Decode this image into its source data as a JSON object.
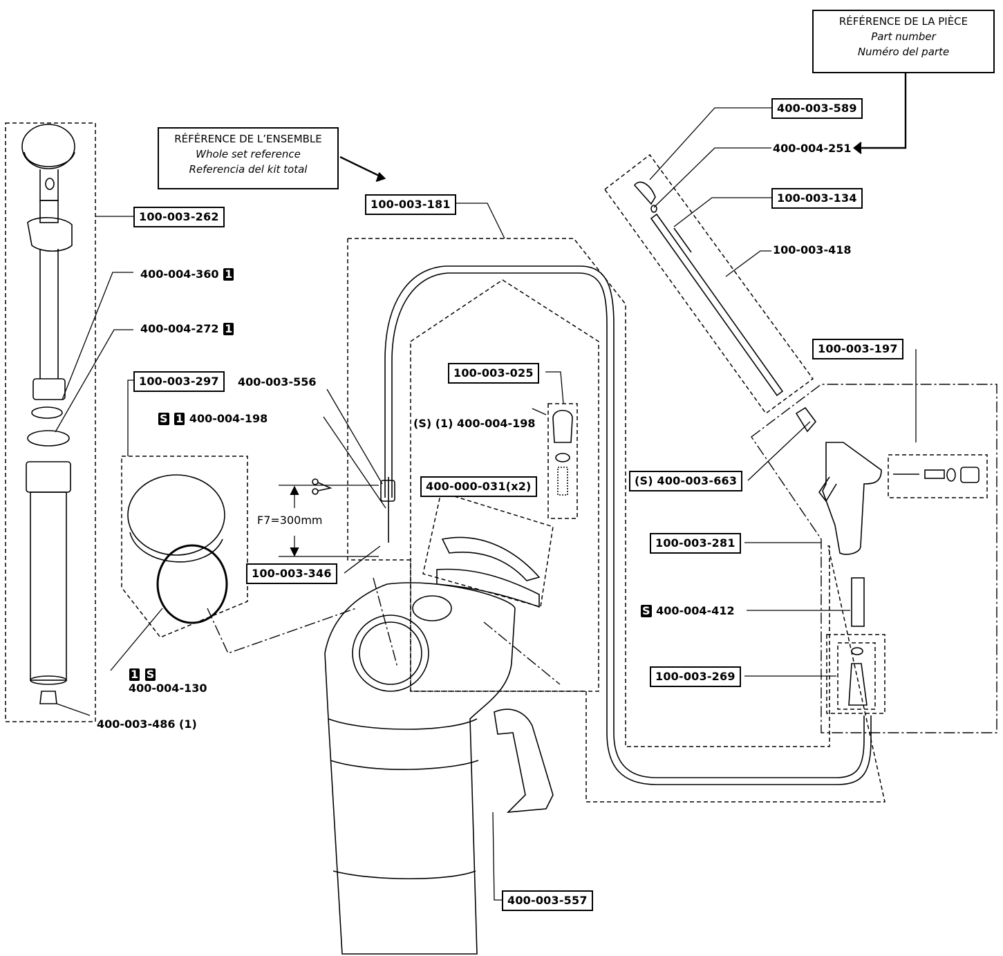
{
  "legend_part": {
    "line1": "RÉFÉRENCE DE LA PIÈCE",
    "line2": "Part number",
    "line3": "Numéro del parte"
  },
  "legend_set": {
    "line1": "RÉFÉRENCE DE L’ENSEMBLE",
    "line2": "Whole set reference",
    "line3": "Referencia del kit total"
  },
  "dimension": "F7=300mm",
  "labels": {
    "p100_003_262": "100-003-262",
    "p400_004_360": "400-004-360",
    "p400_004_272": "400-004-272",
    "p100_003_297": "100-003-297",
    "p400_003_556": "400-003-556",
    "p400_004_198a": "400-004-198",
    "p100_003_181": "100-003-181",
    "p100_003_025": "100-003-025",
    "p400_004_198b": "(S) (1) 400-004-198",
    "p400_000_031": "400-000-031(x2)",
    "p100_003_346": "100-003-346",
    "p400_004_130": "400-004-130",
    "p400_003_486": "400-003-486 (1)",
    "p400_003_557": "400-003-557",
    "p400_003_589": "400-003-589",
    "p400_004_251": "400-004-251",
    "p100_003_134": "100-003-134",
    "p100_003_418": "100-003-418",
    "p100_003_197": "100-003-197",
    "p400_003_663": "(S) 400-003-663",
    "p100_003_281": "100-003-281",
    "p400_004_412": "400-004-412",
    "p100_003_269": "100-003-269"
  },
  "badges": {
    "one": "1",
    "s": "S"
  }
}
